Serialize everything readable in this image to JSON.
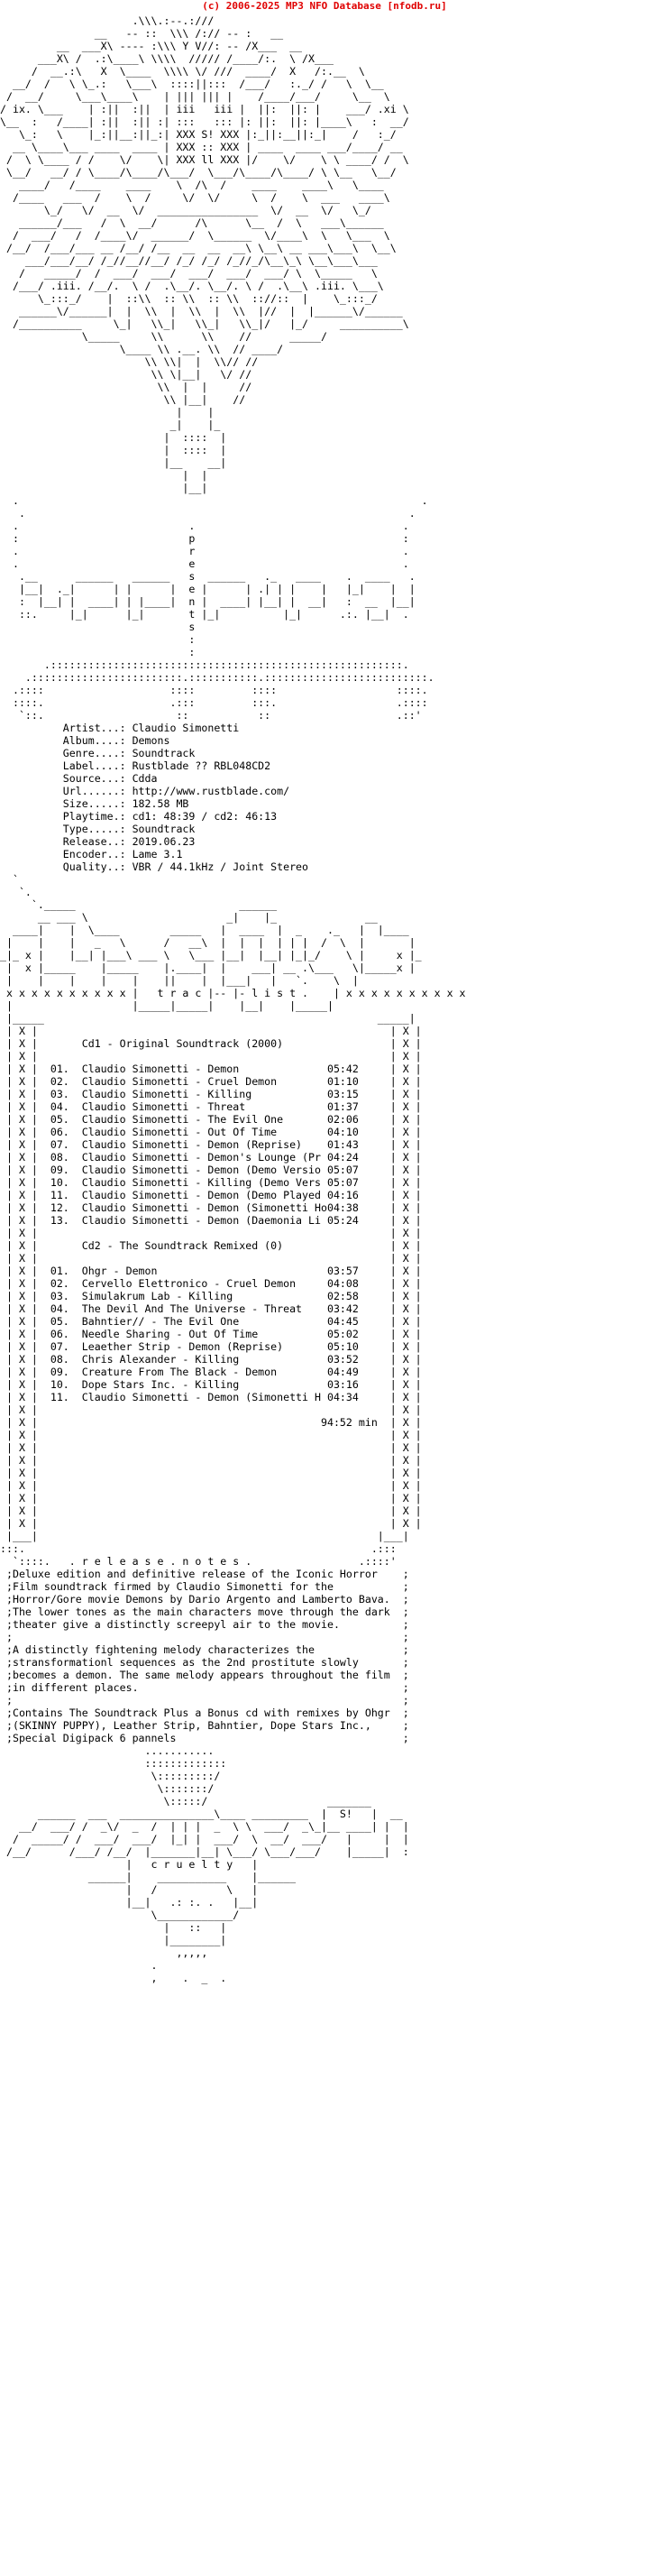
{
  "header": {
    "text": "(c) 2006-2025 MP3 NFO Database [nfodb.ru]",
    "color": "#e00000"
  },
  "logo_art": "                     .\\\\\\.:--.:///\n               __   -- ::  \\\\\\ /:// -- :   __\n         __  ___X\\ ---- :\\\\\\ Y V//: -- /X___  __\n      ___X\\ /  .:\\____\\ \\\\\\\\  ///// /____/:.  \\ /X___\n     /  __.:\\   X  \\____  \\\\\\\\ \\/ ///  ____/  X   /:.__  \\\n  __/  /   \\ \\_.:   \\___\\  ::::||:::  /___/   :._/ /   \\  \\__\n /  __/     \\___\\____\\    | ||| ||| |    /____/___/     \\__  \\\n/ ix. \\___    | :||  :||  | iii   iii |  ||:  ||: |    ___/ .xi \\\n\\__  :   /____| :||  :|| :| :::   ::: |: ||:  ||: |____\\   :  __/\n   \\_:   \\    |_:||__:||_:| XXX S! XXX |:_||:__||:_|    /   :_/\n  __ \\____\\___ ____  ____ | XXX :: XXX | ____  ____ ___/____/ __\n /  \\ \\____ / /    \\/    \\| XXX ll XXX |/    \\/    \\ \\ ____/ /  \\\n \\__/   __/ / \\____/\\____/\\___/  \\___/\\____/\\____/ \\ \\__   \\__/\n   ____/   /____    ____    \\  /\\  /    ____    ____\\   \\____\n  /____   ___  /    \\  /     \\/  \\/     \\  /    \\  ___   ____\\\n       \\_/   \\/  __  \\/  ________________  \\/  __  \\/   \\_/\n   ______/___   /  \\  __/      /\\      \\__  /  \\   ___\\______\n  /  ___/   /  /____\\/  ______/  \\______  \\/____\\  \\   \\___  \\\n /__/  /___/___ __ /__/ /__  __  __  __\\ \\__\\ __ ___\\___\\  \\__\\\n    ___/___/__/ /_//__//__/ /_/ /_/ /_//_/\\__\\_\\ \\__\\___\\___\n   /   _____/  /  ___/  ___/  ___/  ___/  ___/ \\  \\_____   \\\n  /___/ .iii. /__/.  \\ /  .\\__/. \\__/. \\ /  .\\__\\ .iii. \\___\\\n      \\_:::_/    |  ::\\\\  :: \\\\  :: \\\\  :://::  |    \\_:::_/\n   ______\\/______|  |  \\\\  |  \\\\  |  \\\\  |//  |  |______\\/______\n  /__________     \\_|   \\\\_|   \\\\_|   \\\\_|/   |_/     __________\\\n             \\_____     \\\\      \\\\    //      _____/\n                   \\____ \\\\ .__. \\\\  // ____/\n                       \\\\ \\\\|  |  \\\\// //\n                        \\\\ \\|__|   \\/ //\n                         \\\\  |  |     //\n                          \\\\ |__|    //\n                            |    |\n                           _|    |_\n                          |  ::::  |\n                          |  ::::  |\n                          |__    __|\n                             |  |\n                             |__|\n",
  "presents_art": "  .                                                                .\n   .                                                             .\n  .                           .                                 .\n  :                           p                                 :\n  .                           r                                 .\n  .                           e                                 .\n   .__      ______   ______   s  ______   ._   ____    .  ____   .\n   |__|  ._|      | |      |  e |      | .| | |    |   |_|    |  |\n   :  |__| |  ____| | |____|  n |  ____| |__| |  __|   :  __  |__|\n   ::.     |_|      |_|       t |_|          |_|      .:. |__|  .\n                              s\n                              :\n                              :\n       .::::::::::::::::::::::::::::::::::::::::::::::::::::::::.\n    .::::::::::::::::::::::::.:::::::::::.::::::::::::::::::::::::::.\n  .::::                    ::::         ::::                   ::::.\n  ::::.                    .:::         :::.                   .::::\n   `::.                     ::           ::                    .::'\n",
  "info_lines": [
    "          Artist...: Claudio Simonetti",
    "          Album....: Demons",
    "          Genre....: Soundtrack",
    "          Label....: Rustblade ?? RBL048CD2",
    "          Source...: Cdda",
    "          Url......: http://www.rustblade.com/",
    "          Size.....: 182.58 MB",
    "          Playtime.: cd1: 48:39 / cd2: 46:13",
    "          Type.....: Soundtrack",
    "          Release..: 2019.06.23",
    "          Encoder..: Lame 3.1",
    "          Quality..: VBR / 44.1kHz / Joint Stereo"
  ],
  "tracklist_art": "  `\n   `.\n     `._____                          ______\n      __ ___ \\                      _|    |_              __\n  ____|    |  \\____        _____   |  ____  |  _    ._   |  |____\n |    |    |   _   \\      /   __\\  |  |  |  | | |  /  \\  |       |\n_|_ x |    |__| |___\\ ___ \\   \\___ |__|  |__| |_|_/    \\ |     x |_\n |  x |_____    |_____    |.____|  |    ___| __ .\\___   \\|_____x |\n |    |    |    |    |    ||    |  |___|   |   `.    \\  |\n x x x x x x x x x x |   t r a c |-- |- l i s t .    | x x x x x x x x x x\n |                   |_____|_____|    |__|    |_____|\n |_____                                                     _____|\n",
  "tracklist": {
    "cd1_title": "Cd1 - Original Soundtrack (2000)",
    "cd1": [
      [
        "01.",
        "Claudio Simonetti - Demon",
        "05:42"
      ],
      [
        "02.",
        "Claudio Simonetti - Cruel Demon",
        "01:10"
      ],
      [
        "03.",
        "Claudio Simonetti - Killing",
        "03:15"
      ],
      [
        "04.",
        "Claudio Simonetti - Threat",
        "01:37"
      ],
      [
        "05.",
        "Claudio Simonetti - The Evil One",
        "02:06"
      ],
      [
        "06.",
        "Claudio Simonetti - Out Of Time",
        "04:10"
      ],
      [
        "07.",
        "Claudio Simonetti - Demon (Reprise)",
        "01:43"
      ],
      [
        "08.",
        "Claudio Simonetti - Demon's Lounge (Pr",
        "04:24"
      ],
      [
        "09.",
        "Claudio Simonetti - Demon (Demo Versio",
        "05:07"
      ],
      [
        "10.",
        "Claudio Simonetti - Killing (Demo Vers",
        "05:07"
      ],
      [
        "11.",
        "Claudio Simonetti - Demon (Demo Played",
        "04:16"
      ],
      [
        "12.",
        "Claudio Simonetti - Demon (Simonetti Ho",
        "04:38"
      ],
      [
        "13.",
        "Claudio Simonetti - Demon (Daemonia Li",
        "05:24"
      ]
    ],
    "cd2_title": "Cd2 - The Soundtrack Remixed (0)",
    "cd2": [
      [
        "01.",
        "Ohgr - Demon",
        "03:57"
      ],
      [
        "02.",
        "Cervello Elettronico - Cruel Demon",
        "04:08"
      ],
      [
        "03.",
        "Simulakrum Lab - Killing",
        "02:58"
      ],
      [
        "04.",
        "The Devil And The Universe - Threat",
        "03:42"
      ],
      [
        "05.",
        "Bahntier// - The Evil One",
        "04:45"
      ],
      [
        "06.",
        "Needle Sharing - Out Of Time",
        "05:02"
      ],
      [
        "07.",
        "Leaether Strip - Demon (Reprise)",
        "05:10"
      ],
      [
        "08.",
        "Chris Alexander - Killing",
        "03:52"
      ],
      [
        "09.",
        "Creature From The Black - Demon",
        "04:49"
      ],
      [
        "10.",
        "Dope Stars Inc. - Killing",
        "03:16"
      ],
      [
        "11.",
        "Claudio Simonetti - Demon (Simonetti H",
        "04:34"
      ]
    ],
    "total": "94:52 min"
  },
  "release_notes_header": ":::.                                                       .:::\n  `::::.   . r e l e a s e . n o t e s .                 .::::'\n",
  "release_notes_lines": [
    "Deluxe edition and definitive release of the Iconic Horror",
    "Film soundtrack firmed by Claudio Simonetti for the",
    "Horror/Gore movie Demons by Dario Argento and Lamberto Bava.",
    "The lower tones as the main characters move through the dark",
    "theater give a distinctly screepyl air to the movie.",
    "",
    "A distinctly fightening melody characterizes the",
    "stransformationl sequences as the 2nd prostitute slowly",
    "becomes a demon. The same melody appears throughout the film",
    "in different places.",
    "",
    "Contains The Soundtrack Plus a Bonus cd with remixes by Ohgr",
    "(SKINNY PUPPY), Leather Strip, Bahntier, Dope Stars Inc.,",
    "Special Digipack 6 pannels"
  ],
  "footer_art": "                       ...........\n                       :::::::::::::\n                        \\:::::::::/\n                         \\:::::::/\n                          \\:::::/                   _______\n      ______  ___  _______________\\____ _________  |  S!   |  __\n   __/  ___/ /  _\\/  _  /  | | |  _  \\ \\  ___/  _\\_|__ ____| |  |\n  /  _____/ /  ___/  ___/  |_| |  ___/  \\  __/  ___/   |     |  |\n /__/      /___/ /__/  |_______|__| \\___/ \\___/___/    |_____|  :\n                    |   c r u e l t y   |\n              ______|    ___________    |______\n                    |   /           \\   |\n                    |__|   .: :. .   |__|\n                        \\____________/\n                          |   ::   |\n                          |________|\n                            ,,,,,\n                        .\n                        ,    .  _  .\n"
}
